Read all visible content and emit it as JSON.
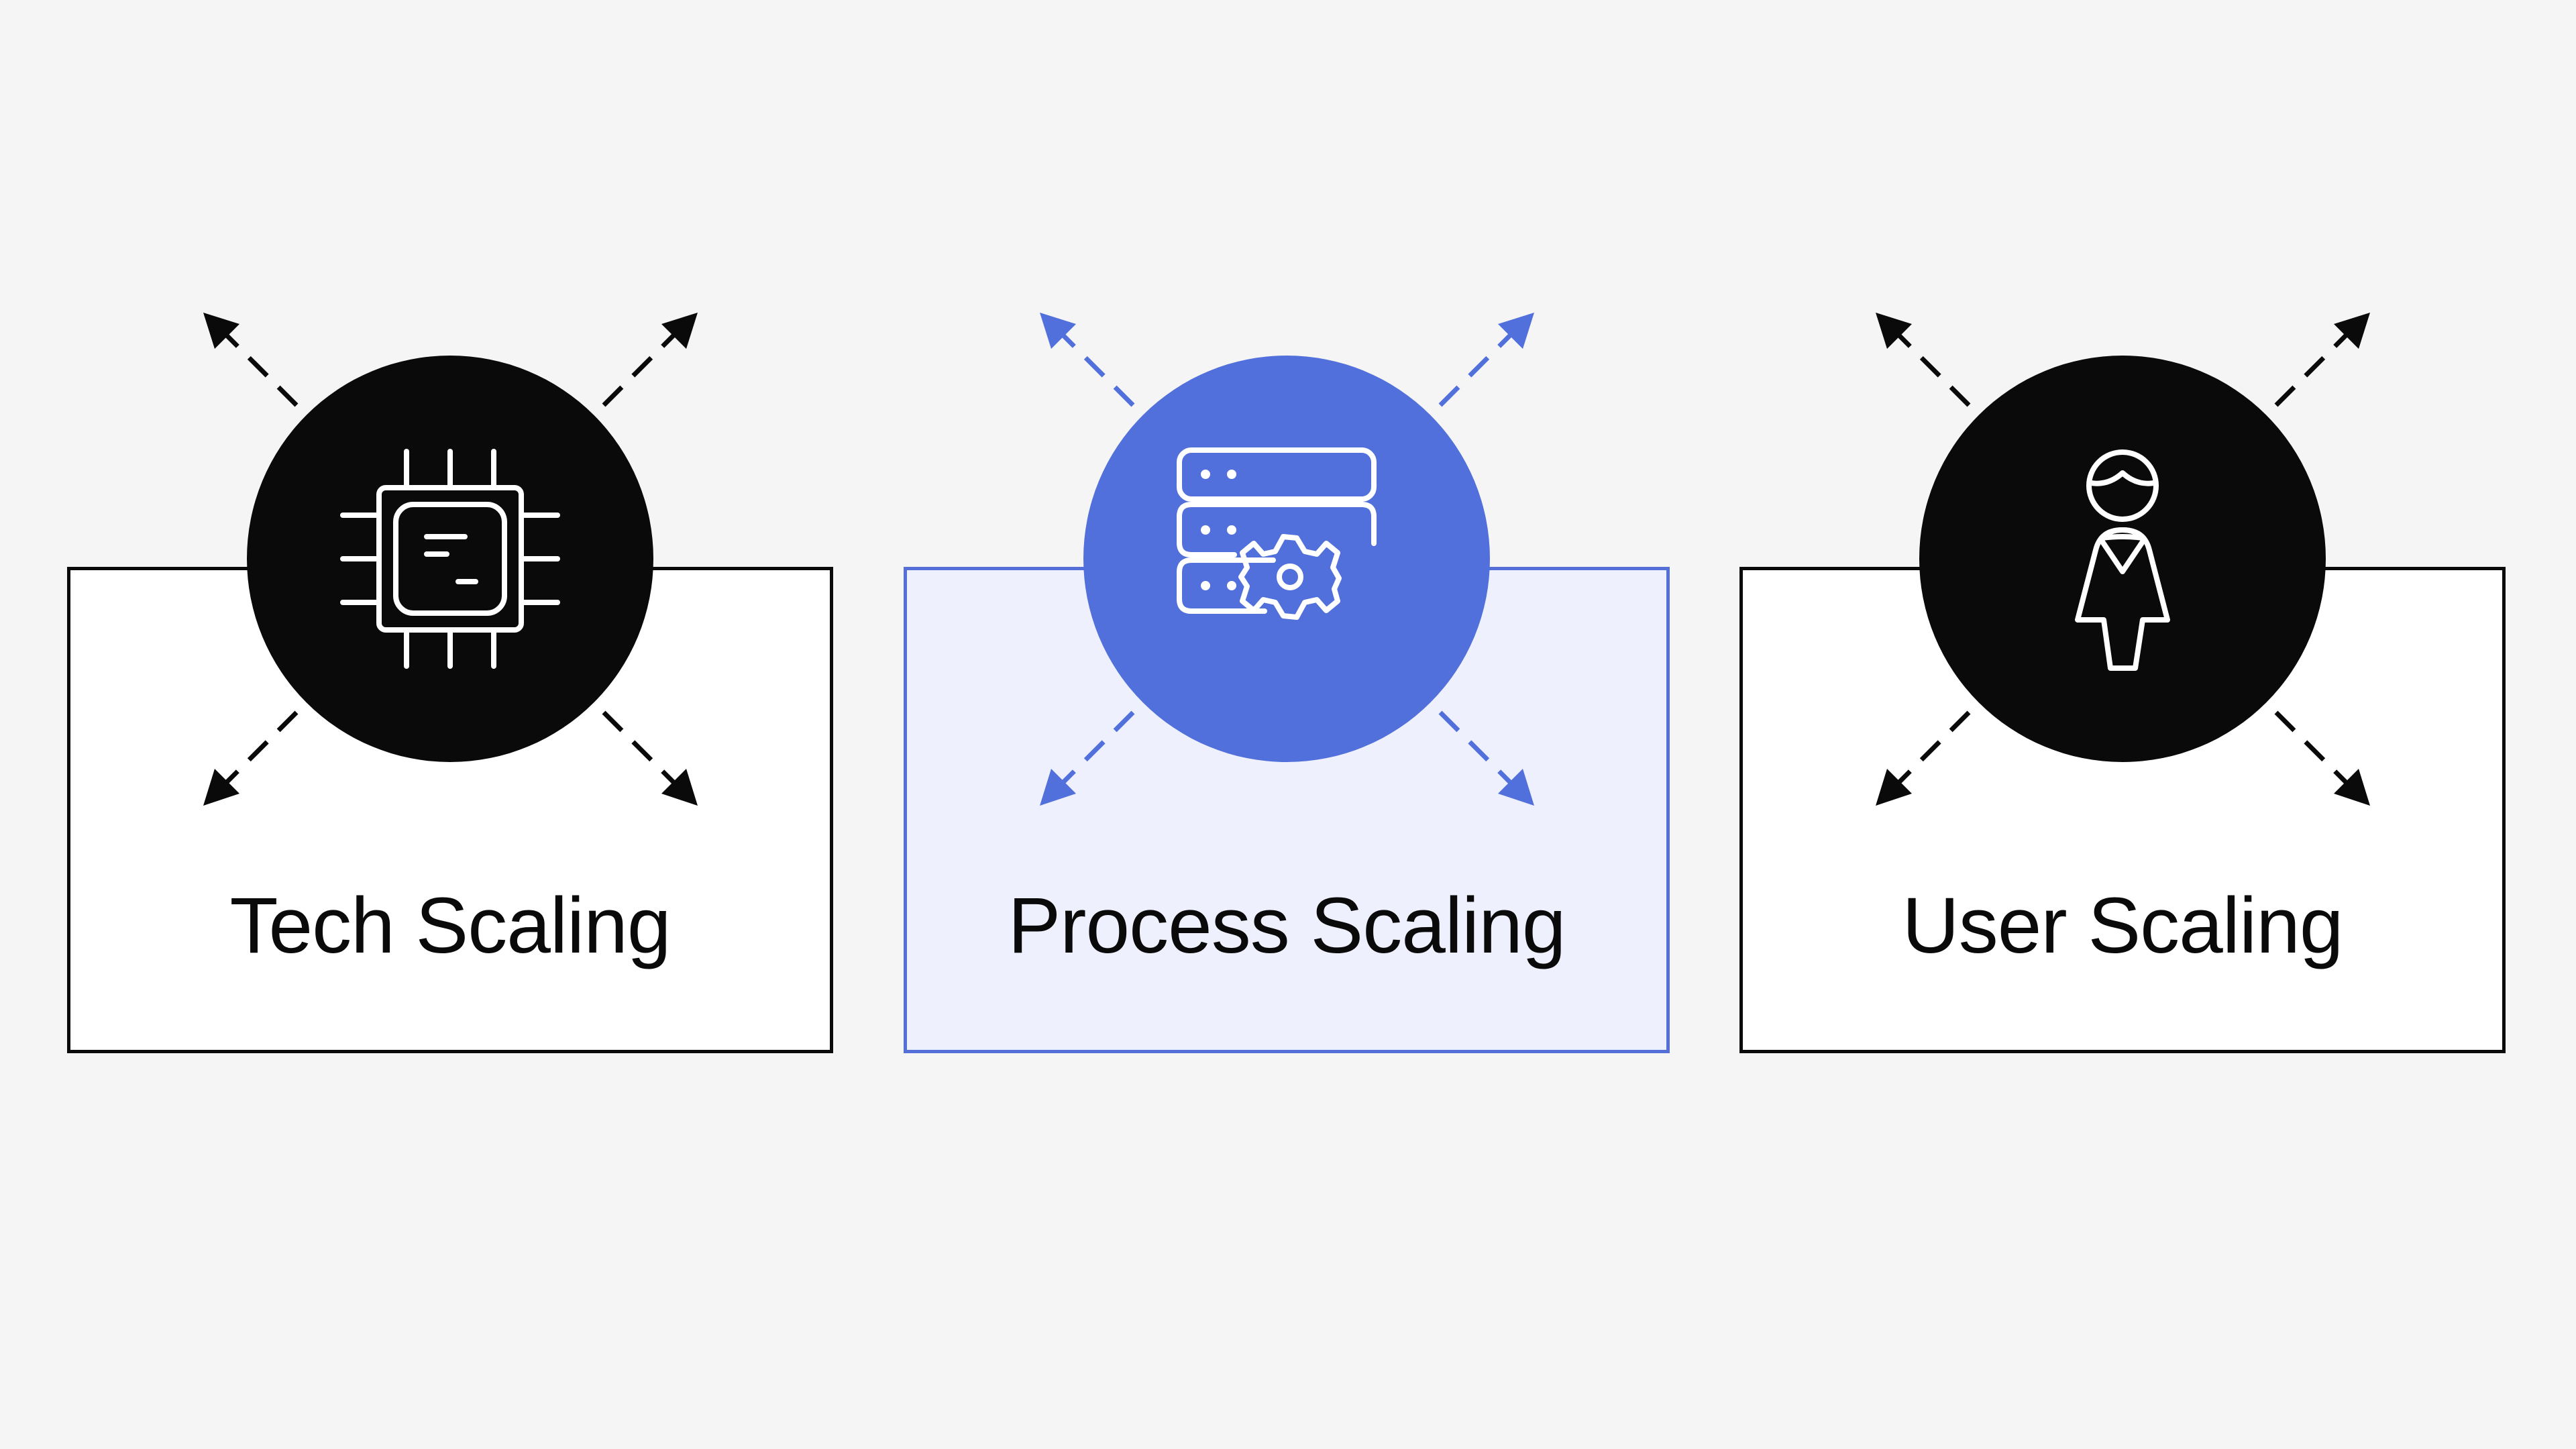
{
  "cards": [
    {
      "label": "Tech Scaling",
      "icon": "chip-icon",
      "highlighted": false
    },
    {
      "label": "Process Scaling",
      "icon": "server-gear-icon",
      "highlighted": true
    },
    {
      "label": "User Scaling",
      "icon": "user-icon",
      "highlighted": false
    }
  ],
  "colors": {
    "background": "#f5f5f5",
    "dark": "#0a0a0a",
    "accent": "#5270dc",
    "accent_fill": "#eef1fd",
    "card_fill": "#ffffff"
  }
}
